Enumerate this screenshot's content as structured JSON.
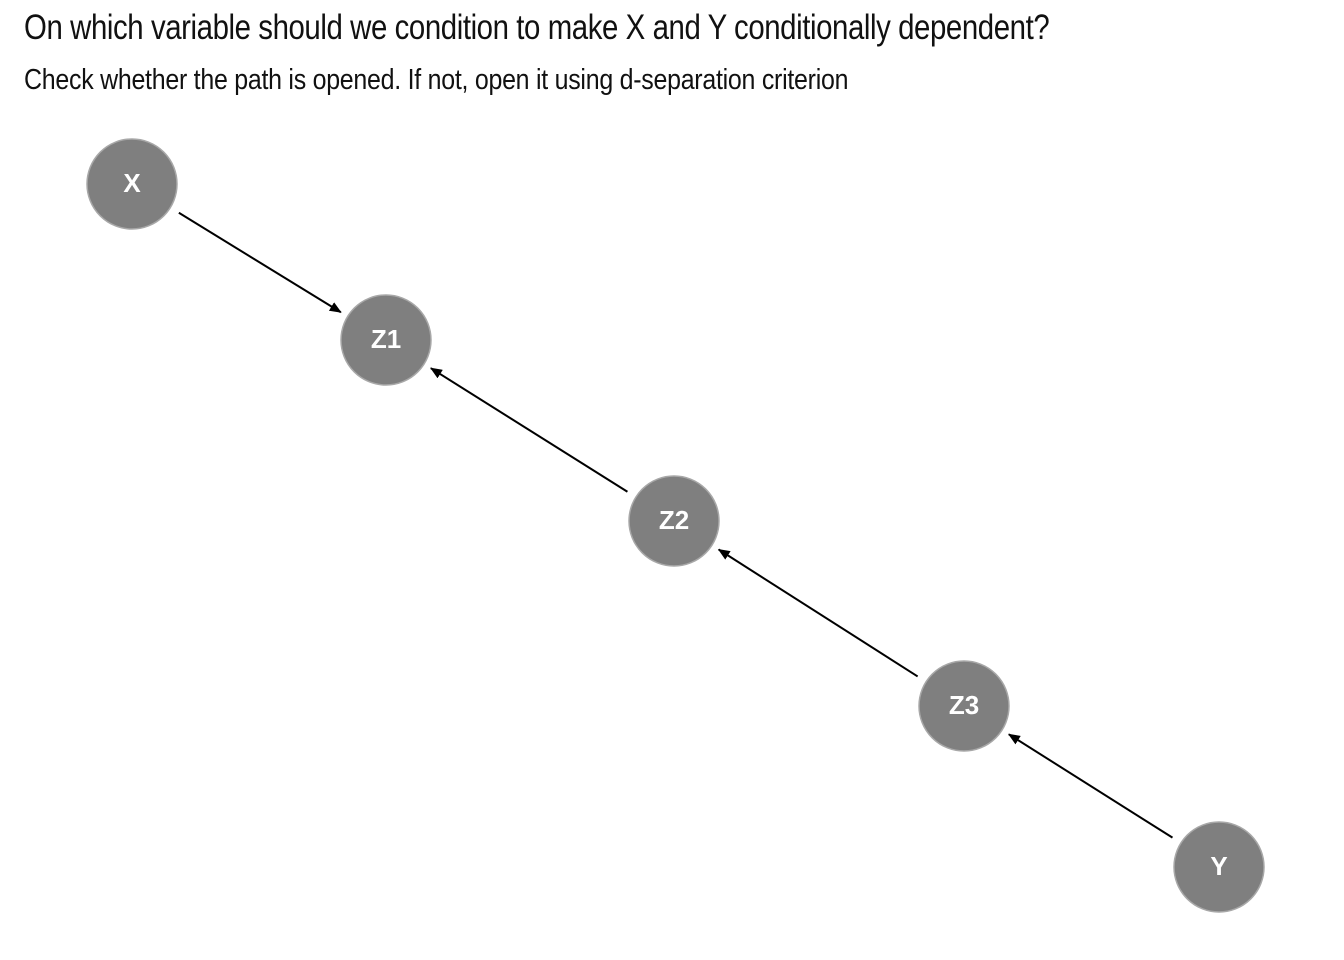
{
  "question": "On which variable should we condition to make X and Y conditionally dependent?",
  "hint": "Check whether the path is opened. If not, open it using d-separation criterion",
  "colors": {
    "node_fill": "#7f7f7f",
    "node_label": "#ffffff",
    "edge": "#000000"
  },
  "nodes": [
    {
      "id": "X",
      "label": "X"
    },
    {
      "id": "Z1",
      "label": "Z1"
    },
    {
      "id": "Z2",
      "label": "Z2"
    },
    {
      "id": "Z3",
      "label": "Z3"
    },
    {
      "id": "Y",
      "label": "Y"
    }
  ],
  "edges": [
    {
      "from": "X",
      "to": "Z1"
    },
    {
      "from": "Z2",
      "to": "Z1"
    },
    {
      "from": "Z3",
      "to": "Z2"
    },
    {
      "from": "Y",
      "to": "Z3"
    }
  ]
}
